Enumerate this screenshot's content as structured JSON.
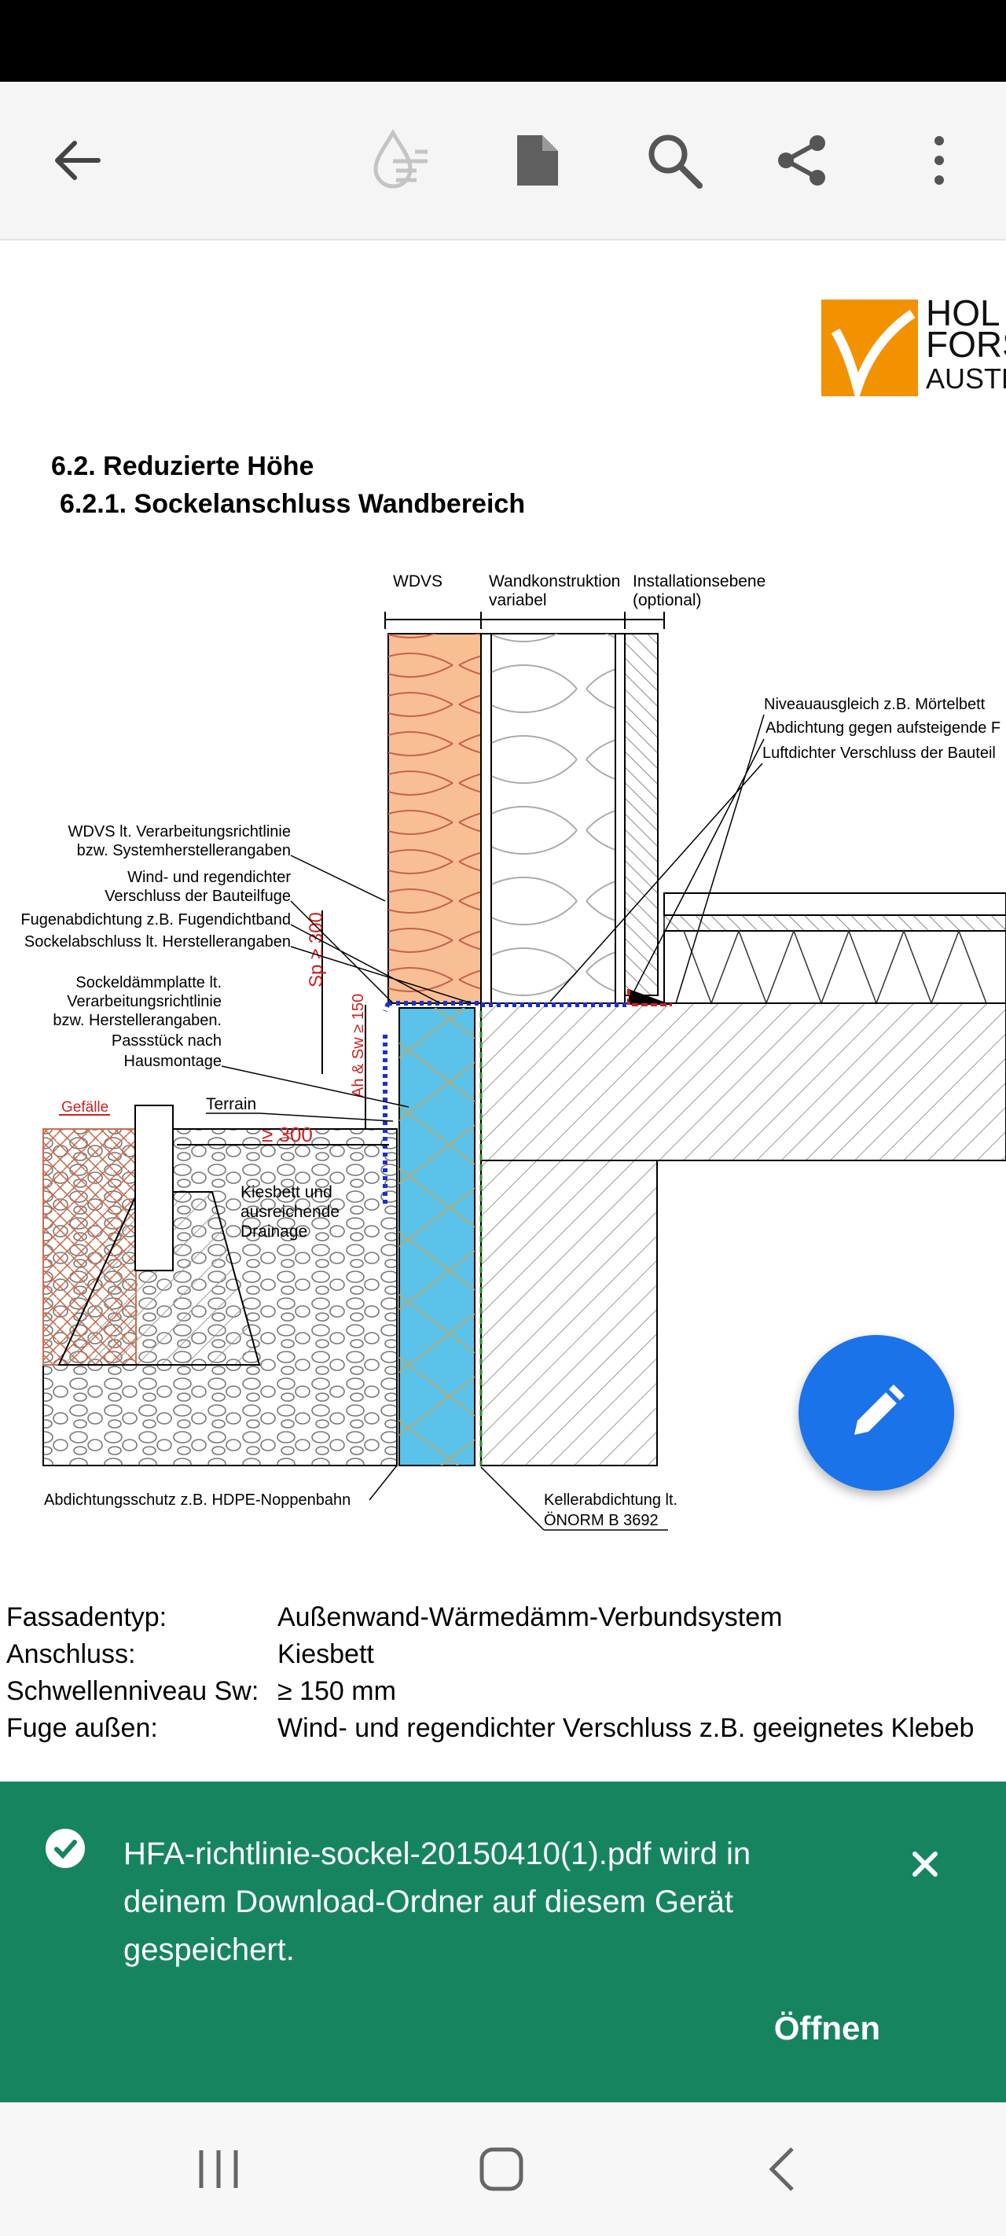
{
  "toolbar": {
    "icons": [
      "back-arrow-icon",
      "liquid-mode-icon",
      "document-icon",
      "search-icon",
      "share-icon",
      "more-vertical-icon"
    ]
  },
  "document": {
    "logo_lines": [
      "HOL",
      "FORS",
      "AUSTR"
    ],
    "logo_color": "#f39200",
    "heading_1": "6.2. Reduzierte Höhe",
    "heading_2": "6.2.1.  Sockelanschluss Wandbereich",
    "drawing": {
      "col_wdvs": "WDVS",
      "col_wand_1": "Wandkonstruktion",
      "col_wand_2": "variabel",
      "col_install_1": "Installationsebene",
      "col_install_2": "(optional)",
      "label_niveau": "Niveauausgleich z.B. Mörtelbett",
      "label_abdichtung": "Abdichtung gegen aufsteigende F",
      "label_luftdicht": "Luftdichter Verschluss der Bauteil",
      "label_wdvs_1": "WDVS lt. Verarbeitungsrichtlinie",
      "label_wdvs_2": "bzw. Systemherstellerangaben",
      "label_wind_1": "Wind- und regendichter",
      "label_wind_2": "Verschluss der Bauteilfuge",
      "label_fugen": "Fugenabdichtung z.B. Fugendichtband",
      "label_sockelab": "Sockelabschluss lt. Herstellerangaben",
      "label_sockeld_1": "Sockeldämmplatte lt.",
      "label_sockeld_2": "Verarbeitungsrichtlinie",
      "label_sockeld_3": "bzw. Herstellerangaben.",
      "label_sockeld_4": "Passstück nach",
      "label_sockeld_5": "Hausmontage",
      "label_terrain": "Terrain",
      "label_gefaelle": "Gefälle",
      "label_300": "≥ 300",
      "label_sp": "Sp ≥ 300",
      "label_ah": "Ah & Sw ≥ 150",
      "label_kies_1": "Kiesbett und",
      "label_kies_2": "ausreichende",
      "label_kies_3": "Drainage",
      "label_schutz": "Abdichtungsschutz z.B. HDPE-Noppenbahn",
      "label_keller_1": "Kellerabdichtung lt.",
      "label_keller_2": "ÖNORM B 3692",
      "colors": {
        "insulation": "#f7bf93",
        "perimeter": "#5bc3ea",
        "dim_red": "#cc2222",
        "seal_blue": "#1a2fd6"
      }
    },
    "facts": [
      {
        "key": "Fassadentyp:",
        "value": "Außenwand-Wärmedämm-Verbundsystem"
      },
      {
        "key": "Anschluss:",
        "value": "Kiesbett"
      },
      {
        "key": "Schwellenniveau Sw:",
        "value": "≥ 150 mm"
      },
      {
        "key": "Fuge außen:",
        "value": "Wind- und regendichter Verschluss z.B. geeignetes Klebeb"
      }
    ]
  },
  "fab": {
    "icon": "pencil-icon",
    "color": "#1a73e8"
  },
  "snackbar": {
    "message": "HFA-richtlinie-sockel-20150410(1).pdf wird in deinem Download-Ordner auf diesem Gerät gespeichert.",
    "action_label": "Öffnen",
    "color": "#16855f"
  },
  "navbar": {
    "icons": [
      "recent-apps-icon",
      "home-icon",
      "back-icon"
    ]
  }
}
